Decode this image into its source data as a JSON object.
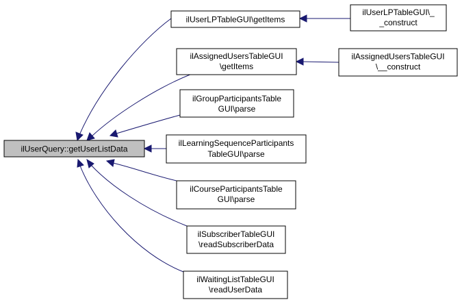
{
  "colors": {
    "edge": "#191970",
    "root_fill": "#bfbfbf",
    "node_fill": "#ffffff",
    "border": "#000000"
  },
  "nodes": {
    "root": [
      "ilUserQuery::getUserListData"
    ],
    "lp_getitems": [
      "ilUserLPTableGUI\\getItems"
    ],
    "lp_construct": [
      "ilUserLPTableGUI\\_",
      "_construct"
    ],
    "assigned_getitems": [
      "ilAssignedUsersTableGUI",
      "\\getItems"
    ],
    "assigned_construct": [
      "ilAssignedUsersTableGUI",
      "\\__construct"
    ],
    "group_parse": [
      "ilGroupParticipantsTable",
      "GUI\\parse"
    ],
    "learning_parse": [
      "ilLearningSequenceParticipants",
      "TableGUI\\parse"
    ],
    "course_parse": [
      "ilCourseParticipantsTable",
      "GUI\\parse"
    ],
    "subscriber_read": [
      "ilSubscriberTableGUI",
      "\\readSubscriberData"
    ],
    "waiting_read": [
      "ilWaitingListTableGUI",
      "\\readUserData"
    ]
  }
}
